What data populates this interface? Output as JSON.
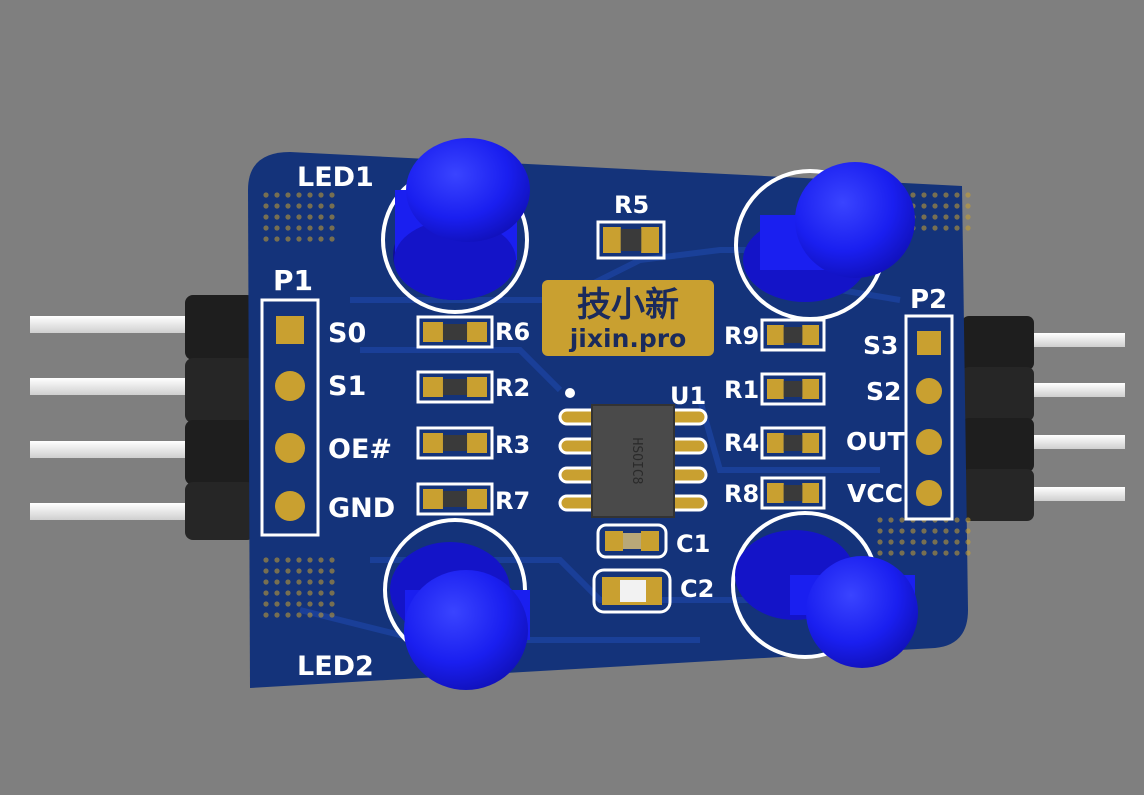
{
  "board": {
    "board_color": "#14337a",
    "led_color": "#1a1ff0",
    "pad_color": "#c9a030",
    "background_color": "#7f7f7f"
  },
  "leds": {
    "led1": "LED1",
    "led2": "LED2"
  },
  "headers": {
    "p1": {
      "title": "P1",
      "pins": [
        "S0",
        "S1",
        "OE#",
        "GND"
      ]
    },
    "p2": {
      "title": "P2",
      "pins": [
        "S3",
        "S2",
        "OUT",
        "VCC"
      ]
    }
  },
  "resistors": {
    "r5": "R5",
    "r6": "R6",
    "r2": "R2",
    "r3": "R3",
    "r7": "R7",
    "r9": "R9",
    "r1": "R1",
    "r4": "R4",
    "r8": "R8"
  },
  "capacitors": {
    "c1": "C1",
    "c2": "C2"
  },
  "chip": {
    "ref": "U1",
    "package": "HSOIC8"
  },
  "logo": {
    "line1": "技小新",
    "line2": "jixin.pro"
  }
}
